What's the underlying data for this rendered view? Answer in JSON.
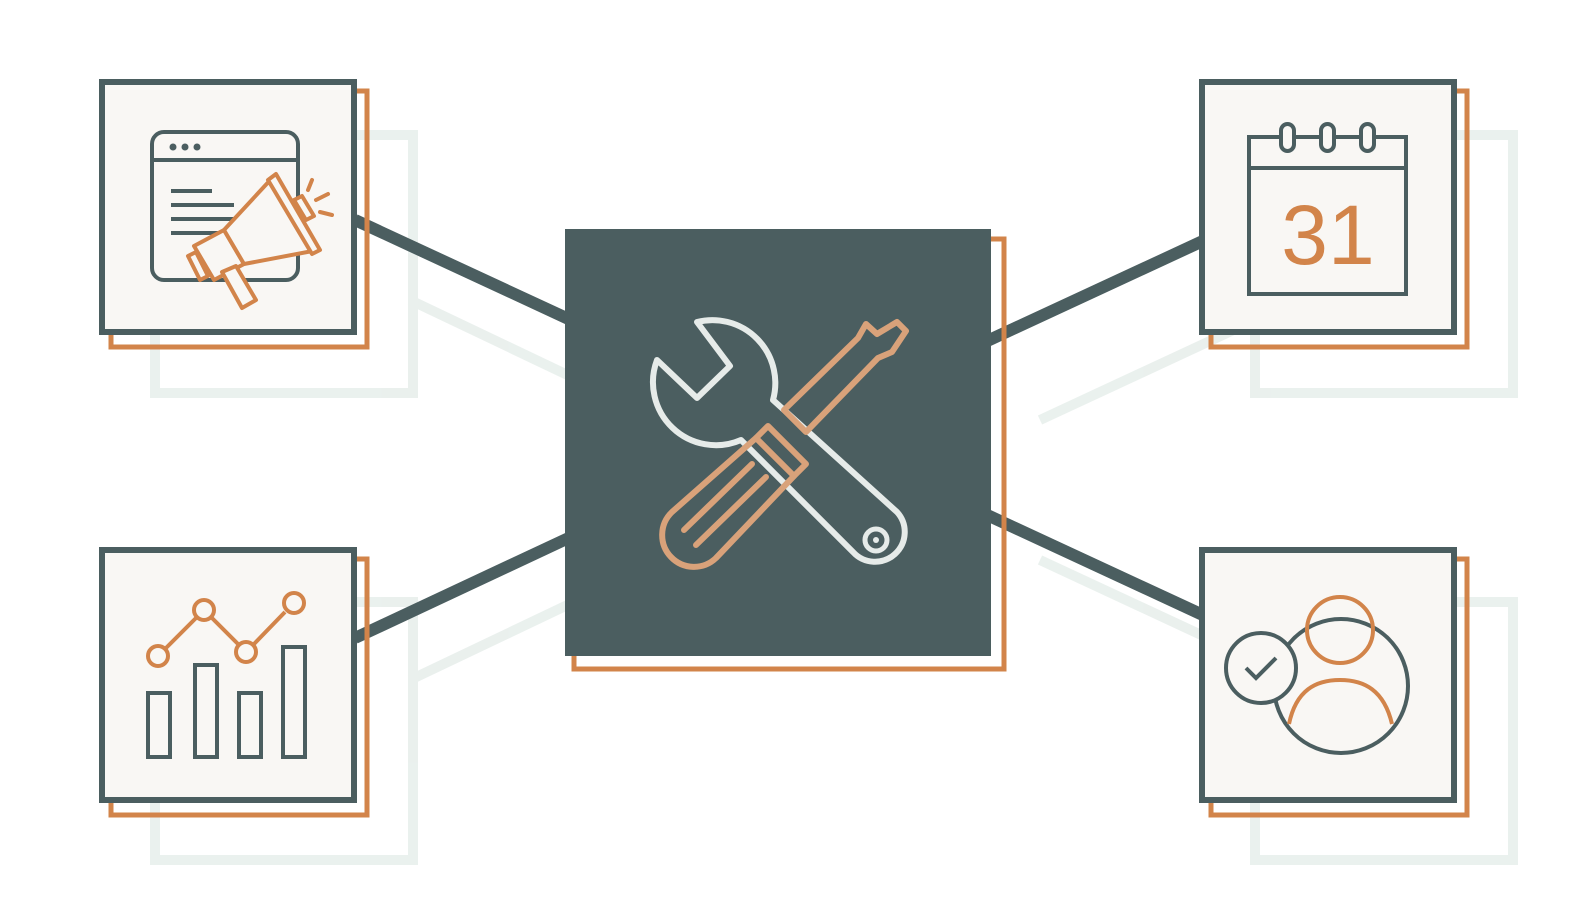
{
  "colors": {
    "dark": "#4b5e60",
    "accent": "#d2844a",
    "accent_light": "#d9a27a",
    "tile_fill": "#f9f7f4",
    "shadow": "#e8efec",
    "icon_light": "#e6ebe9",
    "background": "#ffffff"
  },
  "center": {
    "icon": "wrench-screwdriver-icon"
  },
  "nodes": [
    {
      "id": "marketing",
      "icon": "browser-megaphone-icon"
    },
    {
      "id": "calendar",
      "icon": "calendar-icon",
      "day_label": "31"
    },
    {
      "id": "analytics",
      "icon": "bar-line-chart-icon"
    },
    {
      "id": "user",
      "icon": "user-check-icon"
    }
  ]
}
